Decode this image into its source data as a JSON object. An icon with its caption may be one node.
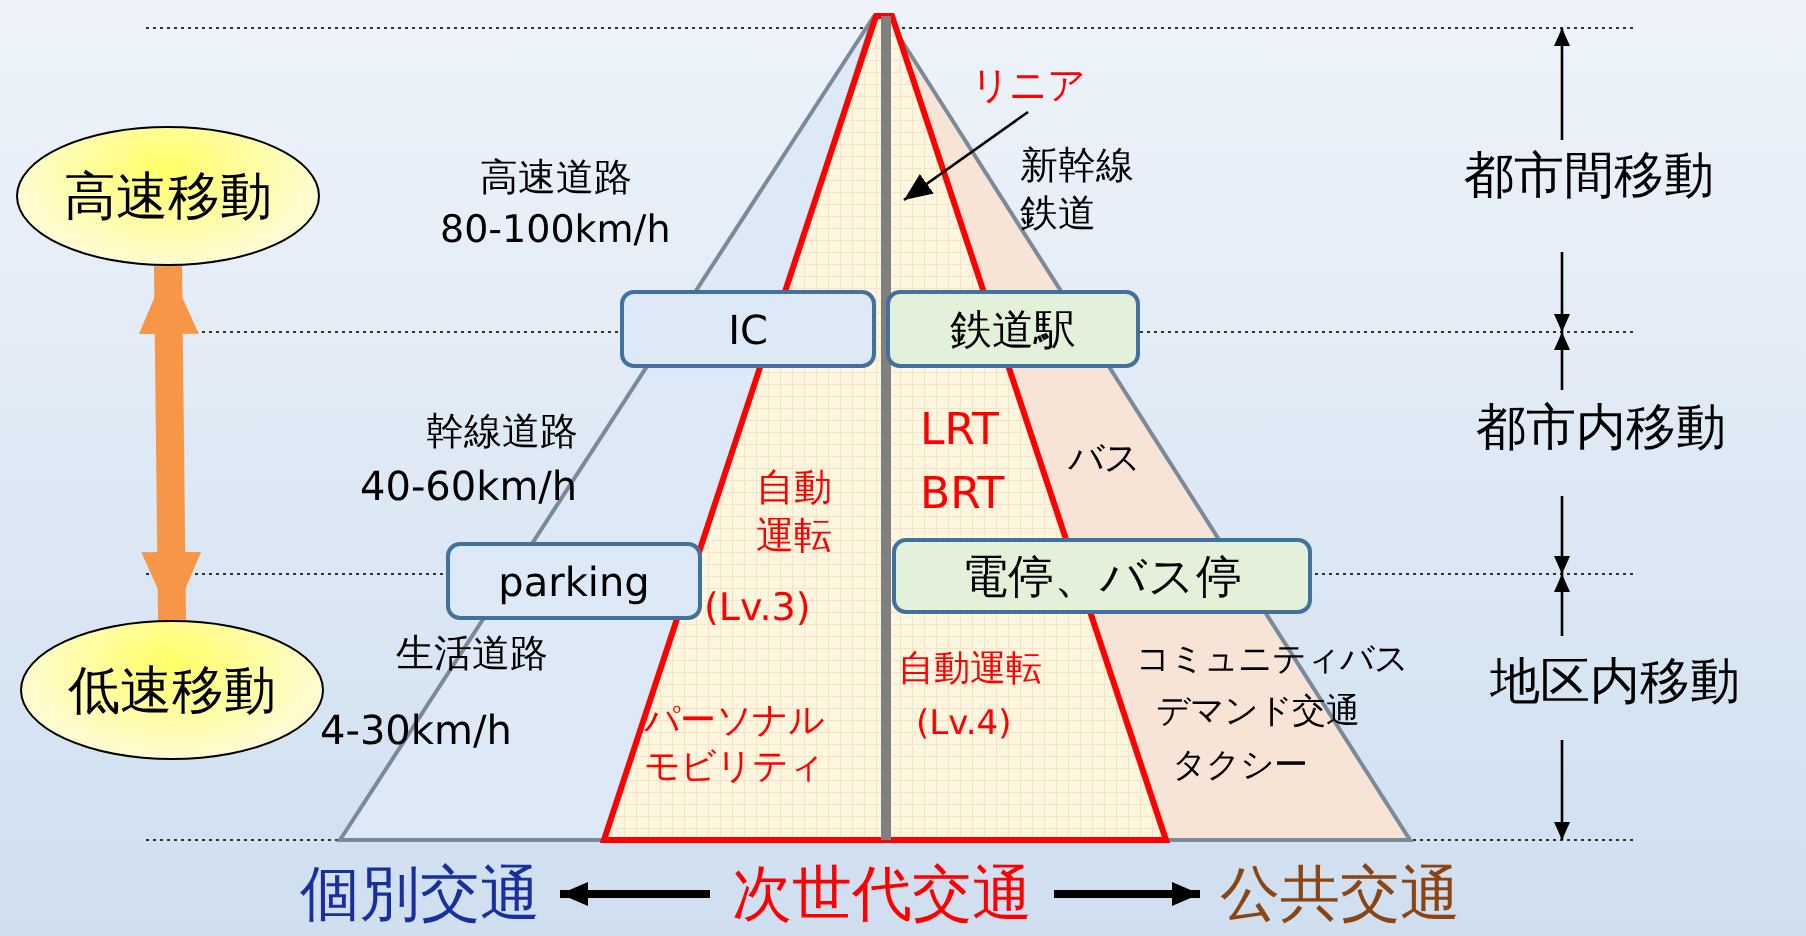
{
  "diagram": {
    "nodes": [
      {
        "text": [
          "高速移動"
        ]
      },
      {
        "text": [
          "低速移動"
        ]
      },
      {
        "text": [
          "IC"
        ]
      },
      {
        "text": [
          "鉄道駅"
        ]
      },
      {
        "text": [
          "parking"
        ]
      },
      {
        "text": [
          "電停、バス停"
        ]
      },
      {
        "text": [
          "個別交通"
        ]
      },
      {
        "text": [
          "次世代交通"
        ]
      },
      {
        "text": [
          "公共交通"
        ]
      },
      {
        "text": [
          "リニア"
        ]
      }
    ],
    "edges": [
      {
        "from": 0,
        "to": 1,
        "arrow": "both",
        "style": "thick",
        "color": "#f79646"
      },
      {
        "from": 7,
        "to": 6,
        "arrow": "to"
      },
      {
        "from": 7,
        "to": 8,
        "arrow": "to"
      },
      {
        "from": 9,
        "to": null,
        "arrow": "to"
      }
    ],
    "labels": [
      "高速道路",
      "80-100km/h",
      "新幹線鉄道",
      "幹線道路",
      "40-60km/h",
      "自動運転",
      "(Lv.3)",
      "LRT",
      "BRT",
      "バス",
      "生活道路",
      "4-30km/h",
      "パーソナルモビリティ",
      "自動運転",
      "(Lv.4)",
      "コミュニティバス",
      "デマンド交通",
      "タクシー",
      "都市間移動",
      "都市内移動",
      "地区内移動"
    ]
  }
}
